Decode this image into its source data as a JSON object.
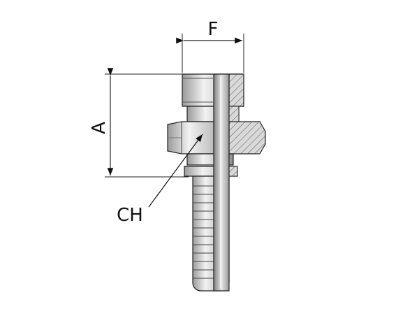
{
  "labels": {
    "dimension_f": "F",
    "dimension_a": "A",
    "callout_ch": "CH"
  },
  "colors": {
    "line": "#1a1a1a",
    "metal_light": "#e8e8e8",
    "metal_mid": "#b8b8b8",
    "metal_dark": "#8a8a8a",
    "section_fill": "#d0d0d0"
  }
}
